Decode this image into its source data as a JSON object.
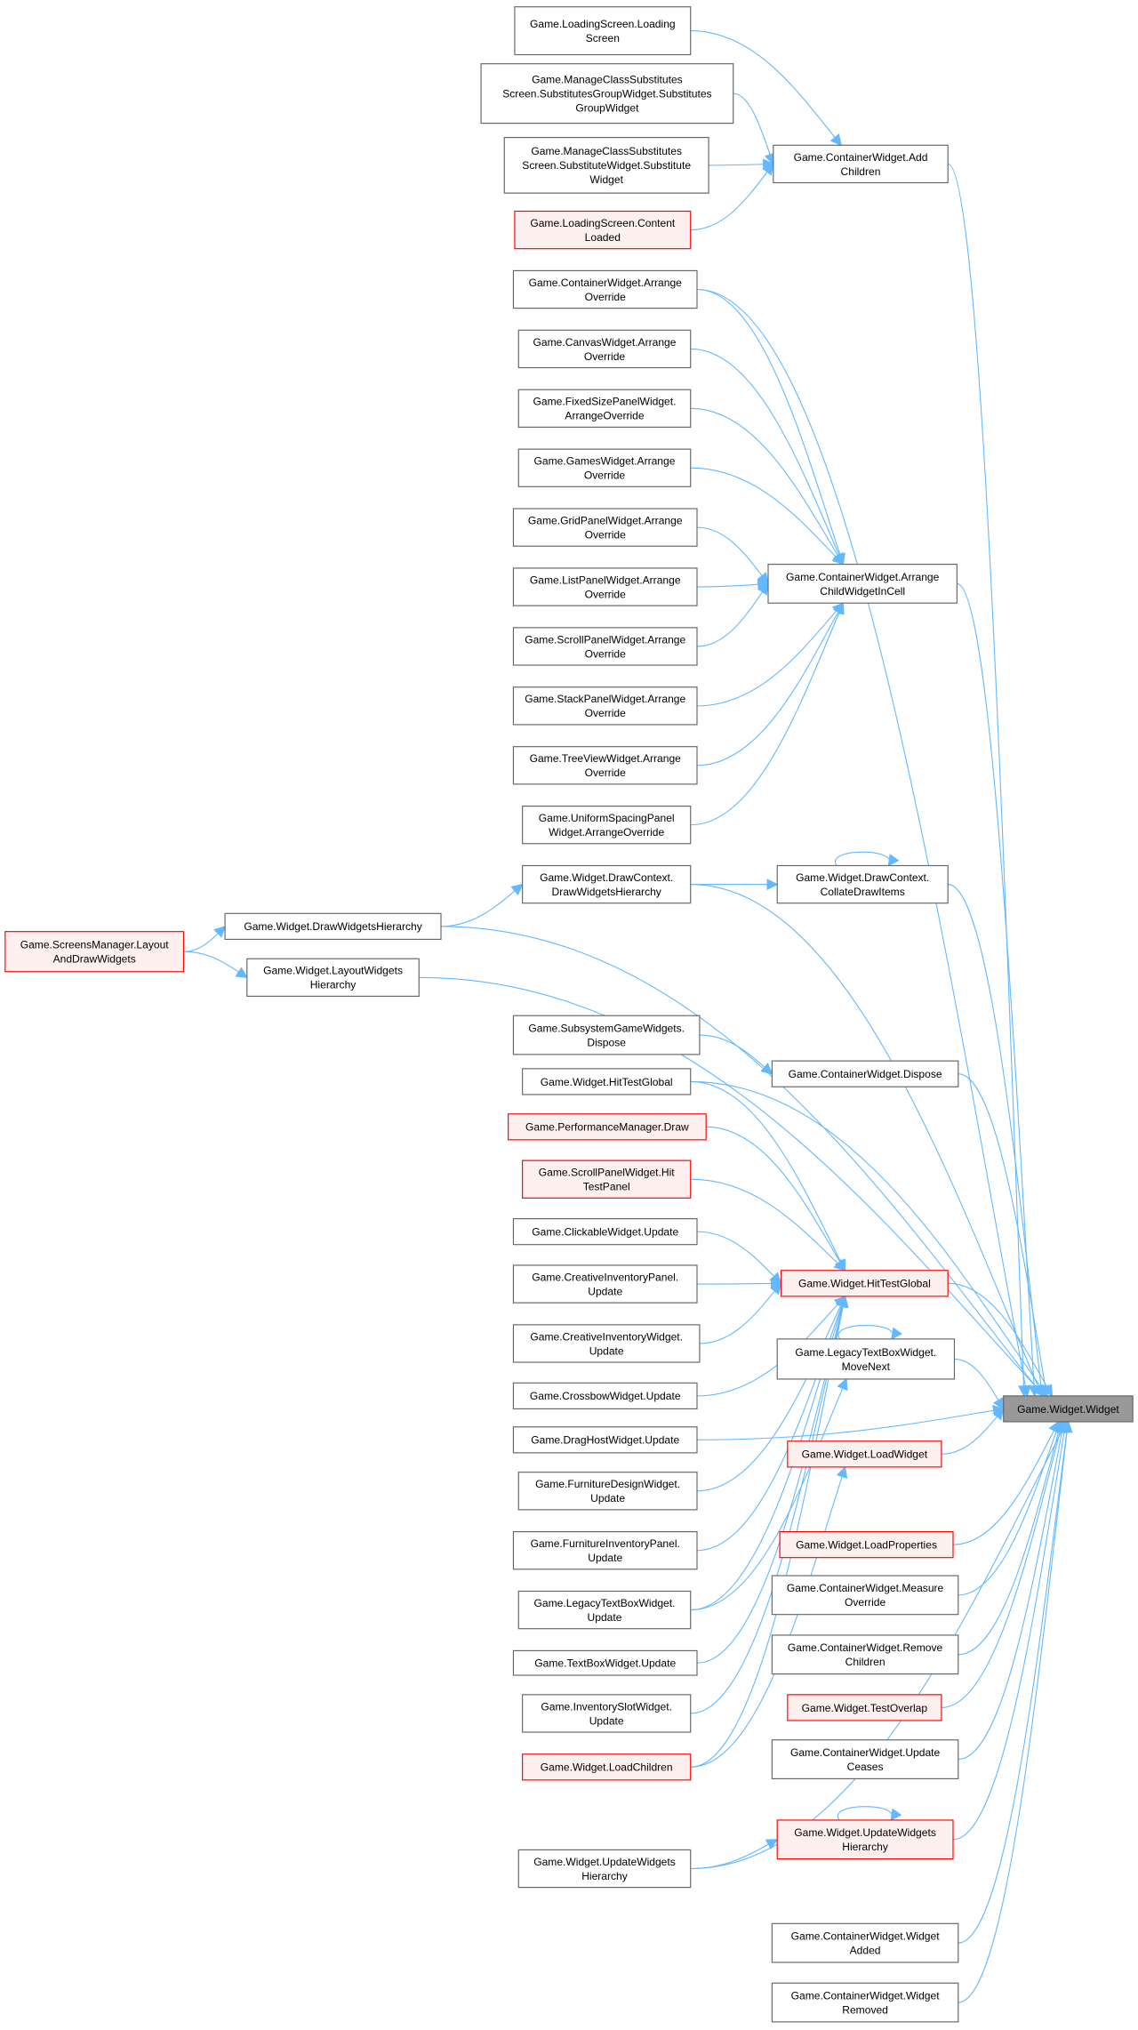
{
  "colors": {
    "edge": "#63b8ff",
    "normal_fill": "#ffffff",
    "normal_stroke": "#666666",
    "red_fill": "#fff0f0",
    "red_stroke": "#ff0000",
    "target_fill": "#999999"
  },
  "nodes": [
    {
      "id": "n1",
      "lines": [
        "Game.LoadingScreen.Loading",
        "Screen"
      ],
      "style": "normal"
    },
    {
      "id": "n2",
      "lines": [
        "Game.ManageClassSubstitutes",
        "Screen.SubstitutesGroupWidget.Substitutes",
        "GroupWidget"
      ],
      "style": "normal"
    },
    {
      "id": "n3",
      "lines": [
        "Game.ManageClassSubstitutes",
        "Screen.SubstituteWidget.Substitute",
        "Widget"
      ],
      "style": "normal"
    },
    {
      "id": "n4",
      "lines": [
        "Game.LoadingScreen.Content",
        "Loaded"
      ],
      "style": "red"
    },
    {
      "id": "n5",
      "lines": [
        "Game.ContainerWidget.Arrange",
        "Override"
      ],
      "style": "normal"
    },
    {
      "id": "n6",
      "lines": [
        "Game.CanvasWidget.Arrange",
        "Override"
      ],
      "style": "normal"
    },
    {
      "id": "n7",
      "lines": [
        "Game.FixedSizePanelWidget.",
        "ArrangeOverride"
      ],
      "style": "normal"
    },
    {
      "id": "n8",
      "lines": [
        "Game.GamesWidget.Arrange",
        "Override"
      ],
      "style": "normal"
    },
    {
      "id": "n9",
      "lines": [
        "Game.GridPanelWidget.Arrange",
        "Override"
      ],
      "style": "normal"
    },
    {
      "id": "n10",
      "lines": [
        "Game.ListPanelWidget.Arrange",
        "Override"
      ],
      "style": "normal"
    },
    {
      "id": "n11",
      "lines": [
        "Game.ScrollPanelWidget.Arrange",
        "Override"
      ],
      "style": "normal"
    },
    {
      "id": "n12",
      "lines": [
        "Game.StackPanelWidget.Arrange",
        "Override"
      ],
      "style": "normal"
    },
    {
      "id": "n13",
      "lines": [
        "Game.TreeViewWidget.Arrange",
        "Override"
      ],
      "style": "normal"
    },
    {
      "id": "n14",
      "lines": [
        "Game.UniformSpacingPanel",
        "Widget.ArrangeOverride"
      ],
      "style": "normal"
    },
    {
      "id": "n15",
      "lines": [
        "Game.Widget.DrawContext.",
        "DrawWidgetsHierarchy"
      ],
      "style": "normal"
    },
    {
      "id": "n16",
      "lines": [
        "Game.Widget.DrawWidgetsHierarchy"
      ],
      "style": "normal"
    },
    {
      "id": "n17",
      "lines": [
        "Game.ScreensManager.Layout",
        "AndDrawWidgets"
      ],
      "style": "red"
    },
    {
      "id": "n18",
      "lines": [
        "Game.Widget.LayoutWidgets",
        "Hierarchy"
      ],
      "style": "normal"
    },
    {
      "id": "n19",
      "lines": [
        "Game.SubsystemGameWidgets.",
        "Dispose"
      ],
      "style": "normal"
    },
    {
      "id": "n20",
      "lines": [
        "Game.Widget.HitTestGlobal"
      ],
      "style": "normal"
    },
    {
      "id": "n21",
      "lines": [
        "Game.PerformanceManager.Draw"
      ],
      "style": "red"
    },
    {
      "id": "n22",
      "lines": [
        "Game.ScrollPanelWidget.Hit",
        "TestPanel"
      ],
      "style": "red"
    },
    {
      "id": "n23",
      "lines": [
        "Game.ClickableWidget.Update"
      ],
      "style": "normal"
    },
    {
      "id": "n24",
      "lines": [
        "Game.CreativeInventoryPanel.",
        "Update"
      ],
      "style": "normal"
    },
    {
      "id": "n25",
      "lines": [
        "Game.CreativeInventoryWidget.",
        "Update"
      ],
      "style": "normal"
    },
    {
      "id": "n26",
      "lines": [
        "Game.CrossbowWidget.Update"
      ],
      "style": "normal"
    },
    {
      "id": "n27",
      "lines": [
        "Game.DragHostWidget.Update"
      ],
      "style": "normal"
    },
    {
      "id": "n28",
      "lines": [
        "Game.FurnitureDesignWidget.",
        "Update"
      ],
      "style": "normal"
    },
    {
      "id": "n29",
      "lines": [
        "Game.FurnitureInventoryPanel.",
        "Update"
      ],
      "style": "normal"
    },
    {
      "id": "n30",
      "lines": [
        "Game.LegacyTextBoxWidget.",
        "Update"
      ],
      "style": "normal"
    },
    {
      "id": "n31",
      "lines": [
        "Game.TextBoxWidget.Update"
      ],
      "style": "normal"
    },
    {
      "id": "n32",
      "lines": [
        "Game.InventorySlotWidget.",
        "Update"
      ],
      "style": "normal"
    },
    {
      "id": "n33",
      "lines": [
        "Game.Widget.LoadChildren"
      ],
      "style": "red"
    },
    {
      "id": "n34",
      "lines": [
        "Game.Widget.UpdateWidgets",
        "Hierarchy"
      ],
      "style": "normal"
    },
    {
      "id": "A",
      "lines": [
        "Game.ContainerWidget.Add",
        "Children"
      ],
      "style": "normal"
    },
    {
      "id": "B",
      "lines": [
        "Game.ContainerWidget.Arrange",
        "ChildWidgetInCell"
      ],
      "style": "normal"
    },
    {
      "id": "C",
      "lines": [
        "Game.Widget.DrawContext.",
        "CollateDrawItems"
      ],
      "style": "normal"
    },
    {
      "id": "D",
      "lines": [
        "Game.ContainerWidget.Dispose"
      ],
      "style": "normal"
    },
    {
      "id": "E",
      "lines": [
        "Game.Widget.HitTestGlobal"
      ],
      "style": "red"
    },
    {
      "id": "F",
      "lines": [
        "Game.LegacyTextBoxWidget.",
        "MoveNext"
      ],
      "style": "normal"
    },
    {
      "id": "G",
      "lines": [
        "Game.Widget.LoadWidget"
      ],
      "style": "red"
    },
    {
      "id": "H",
      "lines": [
        "Game.Widget.LoadProperties"
      ],
      "style": "red"
    },
    {
      "id": "I",
      "lines": [
        "Game.ContainerWidget.Measure",
        "Override"
      ],
      "style": "normal"
    },
    {
      "id": "J",
      "lines": [
        "Game.ContainerWidget.Remove",
        "Children"
      ],
      "style": "normal"
    },
    {
      "id": "K",
      "lines": [
        "Game.Widget.TestOverlap"
      ],
      "style": "red"
    },
    {
      "id": "L",
      "lines": [
        "Game.ContainerWidget.Update",
        "Ceases"
      ],
      "style": "normal"
    },
    {
      "id": "M",
      "lines": [
        "Game.Widget.UpdateWidgets",
        "Hierarchy"
      ],
      "style": "red"
    },
    {
      "id": "N",
      "lines": [
        "Game.ContainerWidget.Widget",
        "Added"
      ],
      "style": "normal"
    },
    {
      "id": "O",
      "lines": [
        "Game.ContainerWidget.Widget",
        "Removed"
      ],
      "style": "normal"
    },
    {
      "id": "T",
      "lines": [
        "Game.Widget.Widget"
      ],
      "style": "target"
    }
  ],
  "edges": [
    [
      "n1",
      "A"
    ],
    [
      "n2",
      "A"
    ],
    [
      "n3",
      "A"
    ],
    [
      "n4",
      "A"
    ],
    [
      "n5",
      "B"
    ],
    [
      "n6",
      "B"
    ],
    [
      "n7",
      "B"
    ],
    [
      "n8",
      "B"
    ],
    [
      "n9",
      "B"
    ],
    [
      "n10",
      "B"
    ],
    [
      "n11",
      "B"
    ],
    [
      "n12",
      "B"
    ],
    [
      "n13",
      "B"
    ],
    [
      "n14",
      "B"
    ],
    [
      "n5",
      "T"
    ],
    [
      "n15",
      "C"
    ],
    [
      "n15",
      "T"
    ],
    [
      "C",
      "C"
    ],
    [
      "C",
      "T"
    ],
    [
      "n17",
      "n16"
    ],
    [
      "n17",
      "n18"
    ],
    [
      "n16",
      "n15"
    ],
    [
      "n16",
      "T"
    ],
    [
      "n18",
      "T"
    ],
    [
      "n19",
      "D"
    ],
    [
      "D",
      "T"
    ],
    [
      "n20",
      "E"
    ],
    [
      "n20",
      "T"
    ],
    [
      "n21",
      "E"
    ],
    [
      "n22",
      "E"
    ],
    [
      "n23",
      "E"
    ],
    [
      "n24",
      "E"
    ],
    [
      "n25",
      "E"
    ],
    [
      "n26",
      "E"
    ],
    [
      "n28",
      "E"
    ],
    [
      "n29",
      "E"
    ],
    [
      "n30",
      "E"
    ],
    [
      "n31",
      "E"
    ],
    [
      "n32",
      "E"
    ],
    [
      "n33",
      "E"
    ],
    [
      "n30",
      "F"
    ],
    [
      "n33",
      "G"
    ],
    [
      "n27",
      "T"
    ],
    [
      "E",
      "T"
    ],
    [
      "F",
      "F"
    ],
    [
      "F",
      "T"
    ],
    [
      "G",
      "T"
    ],
    [
      "H",
      "T"
    ],
    [
      "I",
      "T"
    ],
    [
      "J",
      "T"
    ],
    [
      "K",
      "T"
    ],
    [
      "L",
      "T"
    ],
    [
      "M",
      "M"
    ],
    [
      "n34",
      "M"
    ],
    [
      "M",
      "T"
    ],
    [
      "n34",
      "T"
    ],
    [
      "N",
      "T"
    ],
    [
      "O",
      "T"
    ],
    [
      "A",
      "T"
    ],
    [
      "B",
      "T"
    ]
  ]
}
